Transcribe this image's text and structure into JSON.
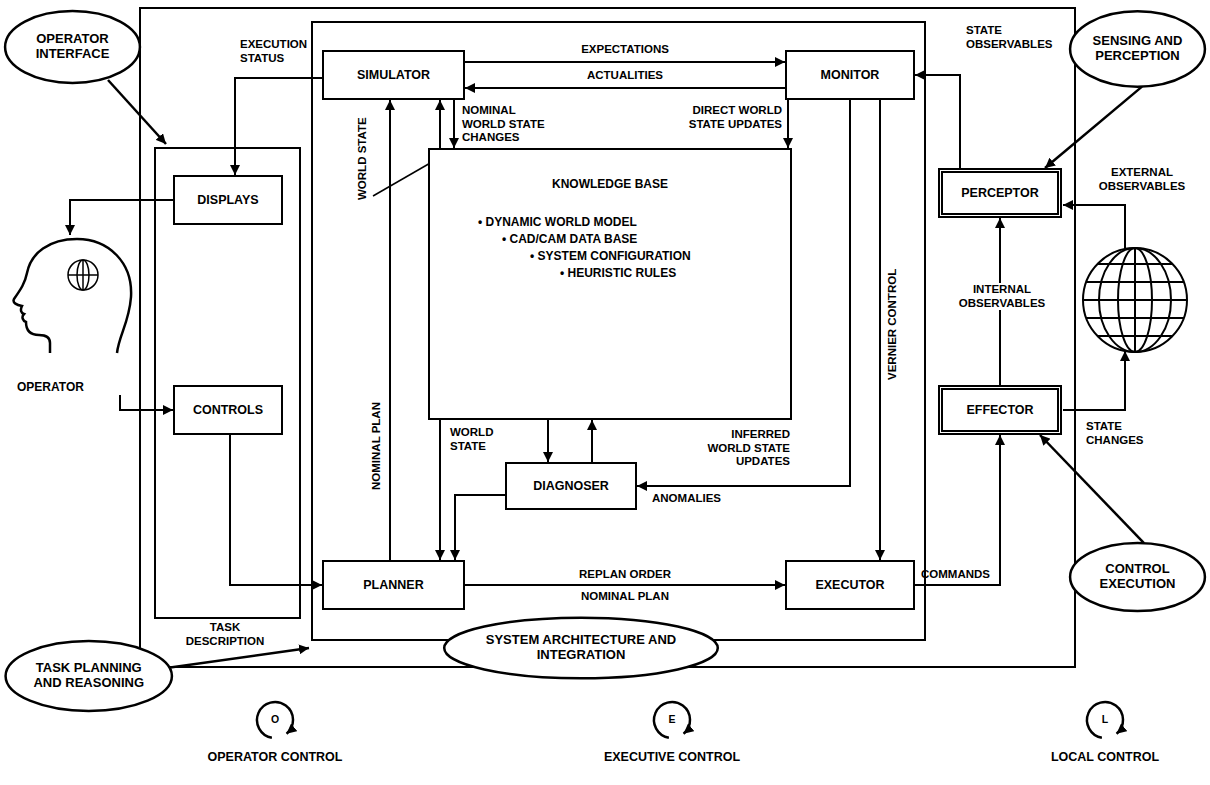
{
  "diagram": {
    "nodes": [
      {
        "text": [
          "OPERATOR INTERFACE"
        ]
      },
      {
        "text": [
          "SENSING AND PERCEPTION"
        ]
      },
      {
        "text": [
          "SIMULATOR"
        ]
      },
      {
        "text": [
          "MONITOR"
        ]
      },
      {
        "text": [
          "DISPLAYS"
        ]
      },
      {
        "text": [
          "KNOWLEDGE BASE",
          "• DYNAMIC WORLD MODEL",
          "• CAD/CAM DATA BASE",
          "• SYSTEM CONFIGURATION",
          "• HEURISTIC RULES"
        ]
      },
      {
        "text": [
          "PERCEPTOR"
        ]
      },
      {
        "text": [
          "OPERATOR"
        ]
      },
      {
        "text": [
          "CONTROLS"
        ]
      },
      {
        "text": [
          "EFFECTOR"
        ]
      },
      {
        "text": [
          "DIAGNOSER"
        ]
      },
      {
        "text": [
          "PLANNER"
        ]
      },
      {
        "text": [
          "EXECUTOR"
        ]
      },
      {
        "text": [
          "TASK PLANNING AND REASONING"
        ]
      },
      {
        "text": [
          "SYSTEM ARCHITECTURE AND INTEGRATION"
        ]
      },
      {
        "text": [
          "CONTROL EXECUTION"
        ]
      },
      {
        "text": [
          "O",
          "OPERATOR CONTROL"
        ]
      },
      {
        "text": [
          "E",
          "EXECUTIVE CONTROL"
        ]
      },
      {
        "text": [
          "L",
          "LOCAL CONTROL"
        ]
      }
    ],
    "edges": [
      {
        "from": 2,
        "to": 3,
        "label": "EXPECTATIONS",
        "arrow": "to"
      },
      {
        "from": 3,
        "to": 2,
        "label": "ACTUALITIES",
        "arrow": "to"
      },
      {
        "from": 2,
        "to": 4,
        "label": "EXECUTION STATUS",
        "arrow": "to"
      },
      {
        "from": 4,
        "to": 7,
        "arrow": "to"
      },
      {
        "from": 7,
        "to": 8,
        "arrow": "to"
      },
      {
        "from": 8,
        "to": 11,
        "label": "TASK DESCRIPTION",
        "arrow": "to"
      },
      {
        "from": 5,
        "to": 2,
        "label": "WORLD STATE",
        "arrow": "to"
      },
      {
        "from": 2,
        "to": 5,
        "label": "NOMINAL WORLD STATE CHANGES",
        "arrow": "to"
      },
      {
        "from": 11,
        "to": 2,
        "label": "NOMINAL PLAN",
        "arrow": "to"
      },
      {
        "from": 3,
        "to": 5,
        "label": "DIRECT WORLD STATE UPDATES",
        "arrow": "to"
      },
      {
        "from": 3,
        "to": 12,
        "label": "VERNIER CONTROL",
        "arrow": "to"
      },
      {
        "from": 3,
        "to": 10,
        "label": "ANOMALIES",
        "arrow": "to"
      },
      {
        "from": 10,
        "to": 5,
        "label": "INFERRED WORLD STATE UPDATES",
        "arrow": "to"
      },
      {
        "from": 5,
        "to": 10,
        "arrow": "to"
      },
      {
        "from": 5,
        "to": 11,
        "label": "WORLD STATE",
        "arrow": "to"
      },
      {
        "from": 10,
        "to": 11,
        "arrow": "to"
      },
      {
        "from": 11,
        "to": 12,
        "label": "REPLAN ORDER",
        "arrow": "to"
      },
      {
        "from": 12,
        "to": 9,
        "label": "COMMANDS",
        "arrow": "to"
      },
      {
        "from": 9,
        "to": 6,
        "label": "INTERNAL OBSERVABLES",
        "arrow": "to"
      },
      {
        "from": 6,
        "to": 3,
        "label": "STATE OBSERVABLES",
        "arrow": "to"
      },
      {
        "from": 1,
        "to": 6,
        "arrow": "to"
      },
      {
        "from": 15,
        "to": 9,
        "arrow": "to"
      }
    ],
    "labels": [
      "NOMINAL PLAN",
      "EXTERNAL OBSERVABLES",
      "STATE CHANGES"
    ]
  }
}
